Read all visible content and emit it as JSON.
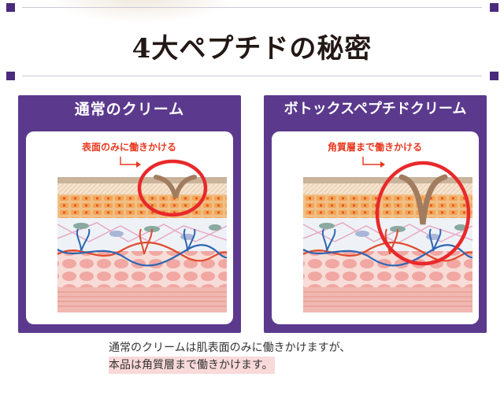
{
  "header": {
    "title": "4大ペプチドの秘密"
  },
  "panels": [
    {
      "title": "通常のクリーム",
      "label": "表面のみに働きかける"
    },
    {
      "title": "ボトックスペプチドクリーム",
      "label": "角質層まで働きかける"
    }
  ],
  "caption": {
    "line1": "通常のクリームは肌表面のみに働きかけますが、",
    "line2": "本品は角質層まで働きかけます。"
  },
  "colors": {
    "accent_purple": "#5b3a8e",
    "highlight_red": "#e8292b",
    "label_red": "#e8381e"
  }
}
